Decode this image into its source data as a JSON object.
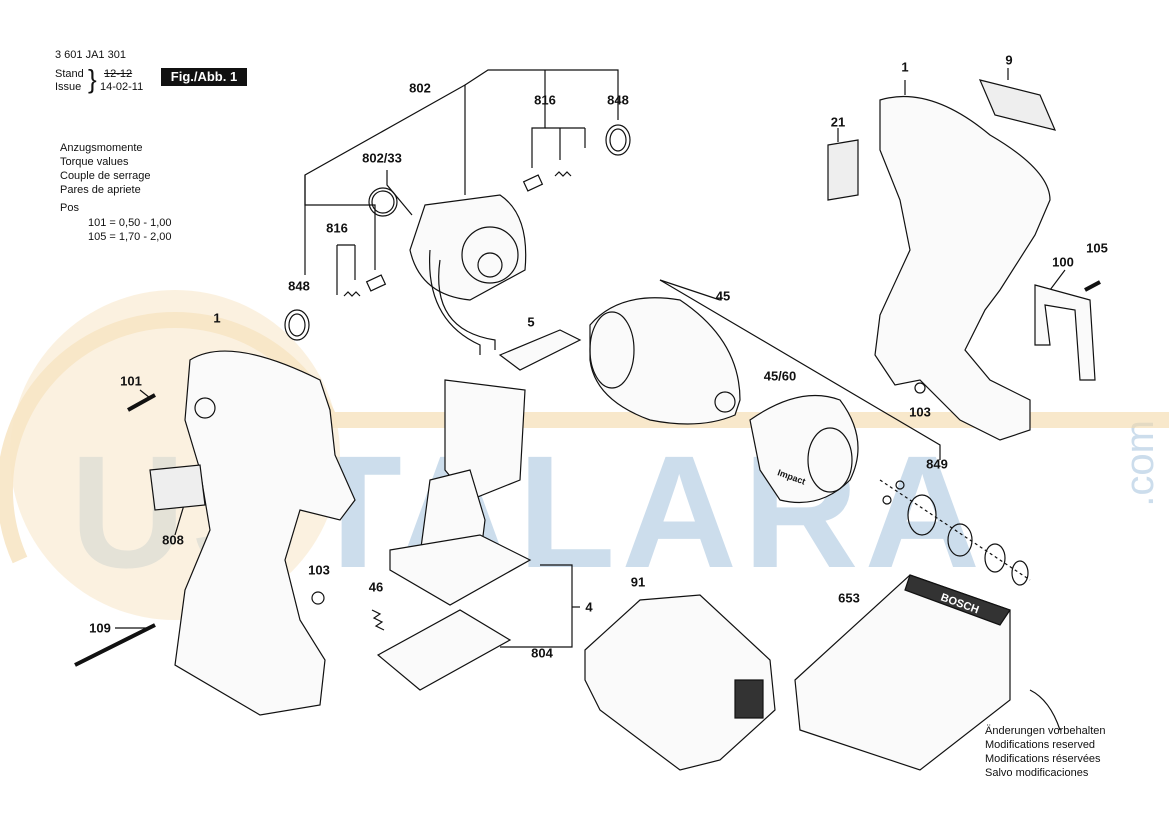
{
  "header": {
    "doc_number": "3 601 JA1 301",
    "stand_label": "Stand",
    "issue_label": "Issue",
    "stand_value": "12-12",
    "issue_value": "14-02-11",
    "figure_label": "Fig./Abb. 1"
  },
  "torque": {
    "lines": [
      "Anzugsmomente",
      "Torque values",
      "Couple de serrage",
      "Pares de apriete"
    ],
    "pos_label": "Pos",
    "values": [
      "101 =  0,50 - 1,00",
      "105 =  1,70 - 2,00"
    ]
  },
  "footer": {
    "lines": [
      "Änderungen vorbehalten",
      "Modifications reserved",
      "Modifications réservées",
      "Salvo modificaciones"
    ]
  },
  "watermark": {
    "text": "USTALARA",
    "suffix": ".com"
  },
  "parts": {
    "p802": "802",
    "p816a": "816",
    "p848a": "848",
    "p802_33": "802/33",
    "p816b": "816",
    "p848b": "848",
    "p1a": "1",
    "p101": "101",
    "p808": "808",
    "p109": "109",
    "p103a": "103",
    "p46": "46",
    "p5": "5",
    "p4": "4",
    "p804": "804",
    "p45": "45",
    "p45_60": "45/60",
    "p91": "91",
    "p653": "653",
    "p849": "849",
    "p1b": "1",
    "p9": "9",
    "p21": "21",
    "p100": "100",
    "p105": "105",
    "p103b": "103"
  },
  "brand": {
    "charger": "BOSCH",
    "housing": "Impact"
  }
}
